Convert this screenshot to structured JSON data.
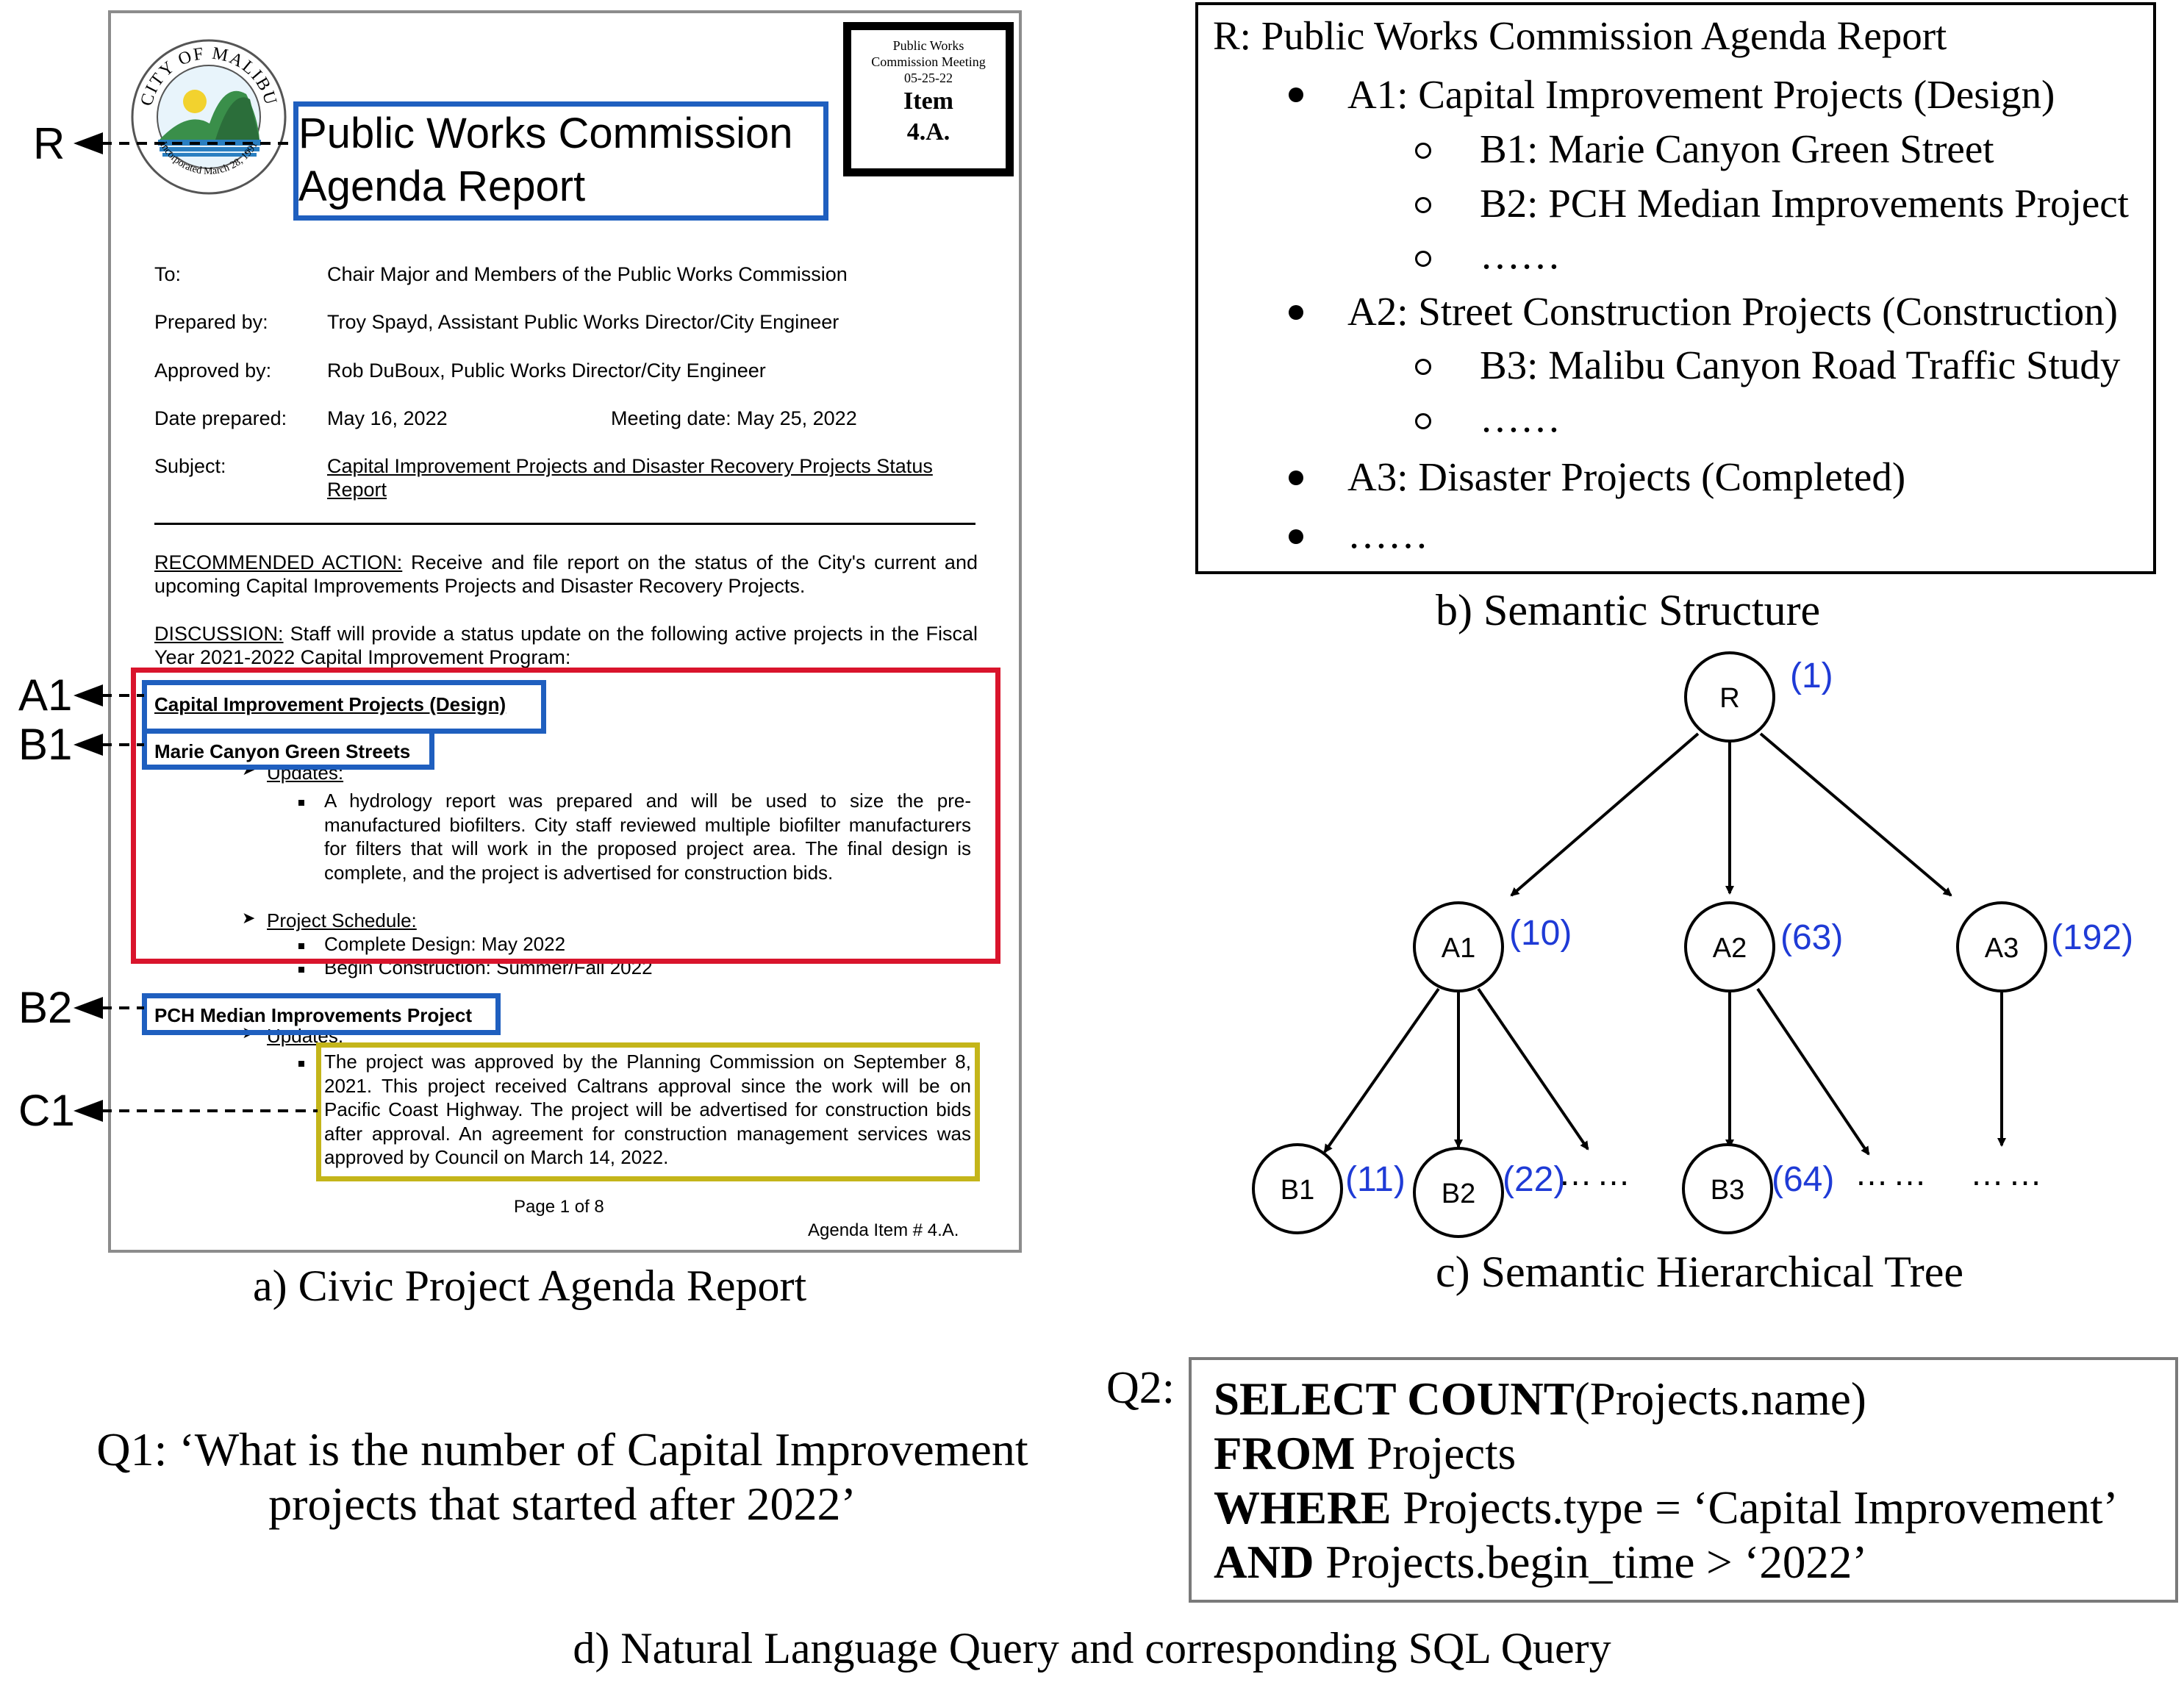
{
  "document": {
    "seal_text_top": "CITY OF MALIBU",
    "seal_text_bottom": "Incorporated March 28, 1991",
    "item_box": {
      "line1": "Public Works",
      "line2": "Commission Meeting",
      "line3": "05-25-22",
      "line4": "Item",
      "line5": "4.A."
    },
    "title_line1": "Public Works Commission",
    "title_line2": "Agenda Report",
    "meta": {
      "to_label": "To:",
      "to_value": "Chair Major and Members of the Public Works Commission",
      "prepared_label": "Prepared by:",
      "prepared_value": "Troy Spayd, Assistant Public Works Director/City Engineer",
      "approved_label": "Approved by:",
      "approved_value": "Rob DuBoux, Public Works Director/City Engineer",
      "date_label": "Date prepared:",
      "date_value": "May 16, 2022",
      "meeting_value": "Meeting date: May 25, 2022",
      "subject_label": "Subject:",
      "subject_line1": "Capital Improvement Projects and Disaster Recovery Projects Status",
      "subject_line2": "Report"
    },
    "recommended_label": "RECOMMENDED ACTION:",
    "recommended_text": " Receive and file report on the status of the City's current and upcoming Capital Improvements Projects and Disaster Recovery Projects.",
    "discussion_label": "DISCUSSION:",
    "discussion_text": " Staff will provide a status update on the following active projects in the Fiscal Year 2021-2022 Capital Improvement Program:",
    "heading_a1": "Capital Improvement Projects (Design)",
    "heading_b1": "Marie Canyon Green Streets",
    "updates_1": "Updates:",
    "bullet_1": "A hydrology report was prepared and will be used to size the pre-manufactured biofilters. City staff reviewed multiple biofilter manufacturers for filters that will work in the proposed project area. The final design is complete, and the project is advertised for construction bids.",
    "schedule_label": "Project Schedule:",
    "schedule_1": "Complete Design: May 2022",
    "schedule_2": "Begin Construction: Summer/Fall 2022",
    "heading_b2": "PCH Median Improvements Project",
    "updates_2": "Updates:",
    "bullet_2": "The project was approved by the Planning Commission on September 8, 2021. This project received Caltrans approval since the work will be on Pacific Coast Highway. The project will be advertised for construction bids after approval. An agreement for construction management services was approved by Council on March 14, 2022.",
    "page_number": "Page 1 of 8",
    "agenda_item": "Agenda Item # 4.A."
  },
  "pointer_labels": {
    "r": "R",
    "a1": "A1",
    "b1": "B1",
    "b2": "B2",
    "c1": "C1"
  },
  "captions": {
    "a": "a) Civic Project Agenda Report",
    "b": "b) Semantic Structure",
    "c": "c) Semantic Hierarchical Tree",
    "d": "d) Natural Language Query and corresponding SQL Query"
  },
  "structure": {
    "root": "R: Public Works Commission Agenda Report",
    "a1": "A1: Capital Improvement Projects (Design)",
    "b1": "B1: Marie Canyon Green Street",
    "b2": "B2: PCH Median Improvements Project",
    "ellipsis1": "……",
    "a2": "A2: Street Construction Projects (Construction)",
    "b3": "B3: Malibu Canyon Road Traffic Study",
    "ellipsis2": "……",
    "a3": "A3: Disaster Projects (Completed)",
    "ellipsis3": "……"
  },
  "tree": {
    "nodes": [
      {
        "id": "R",
        "count": "(1)"
      },
      {
        "id": "A1",
        "count": "(10)"
      },
      {
        "id": "A2",
        "count": "(63)"
      },
      {
        "id": "A3",
        "count": "(192)"
      },
      {
        "id": "B1",
        "count": "(11)"
      },
      {
        "id": "B2",
        "count": "(22)"
      },
      {
        "id": "B3",
        "count": "(64)"
      }
    ],
    "ellipsis": "……",
    "node_color": "#000000",
    "count_color": "#1f3bd6"
  },
  "queries": {
    "q1_line1": "Q1: ‘What is the number of Capital Improvement",
    "q1_line2": "projects that started after 2022’",
    "q2_label": "Q2:",
    "sql": [
      {
        "kw": "SELECT COUNT",
        "rest": "(Projects.name)"
      },
      {
        "kw": "FROM",
        "rest": " Projects"
      },
      {
        "kw": "WHERE",
        "rest": " Projects.type = ‘Capital Improvement’"
      },
      {
        "kw": "AND",
        "rest": " Projects.begin_time > ‘2022’"
      }
    ]
  },
  "colors": {
    "blue_box": "#1f5fbf",
    "red_box": "#d9142c",
    "yellow_box": "#c4b51a"
  }
}
